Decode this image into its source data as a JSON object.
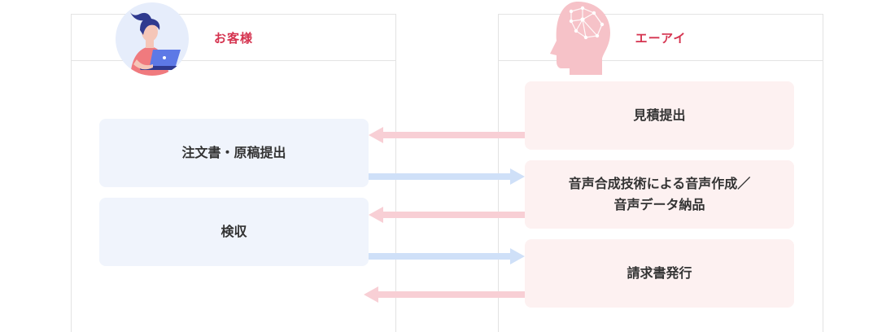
{
  "customer": {
    "title": "お客様",
    "steps": {
      "order": "注文書・原稿提出",
      "inspection": "検収"
    }
  },
  "provider": {
    "title": "エーアイ",
    "steps": {
      "quote": "見積提出",
      "production_line1": "音声合成技術による音声作成／",
      "production_line2": "音声データ納品",
      "invoice": "請求書発行"
    }
  },
  "colors": {
    "accent": "#d5334f",
    "blue_box": "#f0f4fc",
    "pink_box": "#fdf1f1",
    "arrow_blue": "#cfe0f8",
    "arrow_pink": "#f8cfd5"
  }
}
